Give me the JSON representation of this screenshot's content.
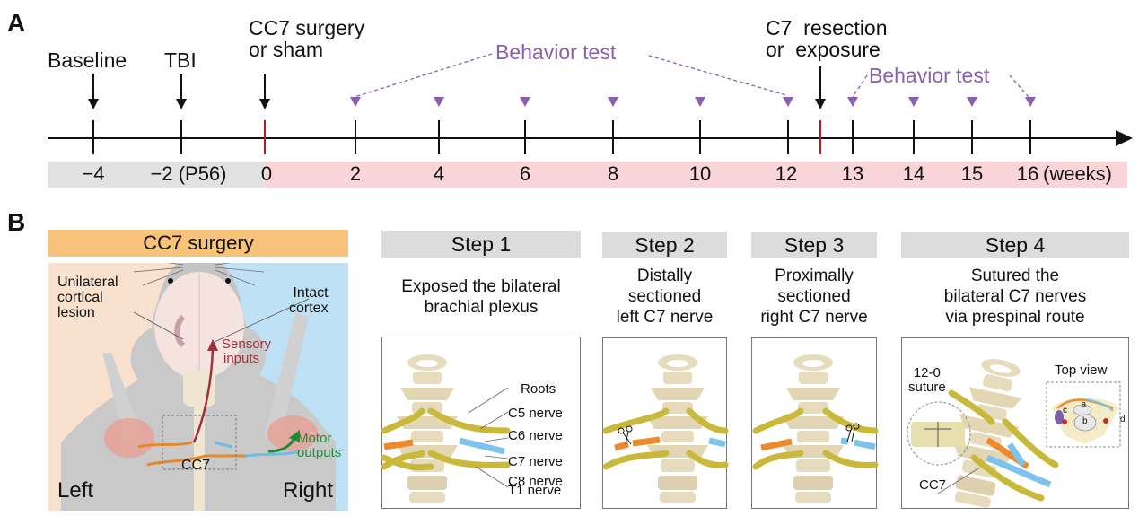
{
  "panels": {
    "a_letter": "A",
    "b_letter": "B"
  },
  "timeline": {
    "unit_label": "(weeks)",
    "events": [
      {
        "label": "Baseline",
        "week": -4
      },
      {
        "label": "TBI",
        "week": -2
      },
      {
        "label_line1": "CC7 surgery",
        "label_line2": "or sham",
        "week": 0
      },
      {
        "label_line1": "C7  resection",
        "label_line2": "or  exposure",
        "week": 12.5
      }
    ],
    "behavior_label_1": "Behavior test",
    "behavior_label_2": "Behavior test",
    "behavior_weeks_1": [
      2,
      4,
      6,
      8,
      10,
      12
    ],
    "behavior_weeks_2": [
      13,
      14,
      15,
      16
    ],
    "ticks": [
      {
        "label": "−4"
      },
      {
        "label": "−2 (P56)"
      },
      {
        "label": "0"
      },
      {
        "label": "2"
      },
      {
        "label": "4"
      },
      {
        "label": "6"
      },
      {
        "label": "8"
      },
      {
        "label": "10"
      },
      {
        "label": "12"
      },
      {
        "label": "13"
      },
      {
        "label": "14"
      },
      {
        "label": "15"
      },
      {
        "label": "16"
      }
    ],
    "colors": {
      "baseline_band": "#e0e0e0",
      "post_band": "#f9d5da",
      "surgery_tick": "#b01c1c",
      "behavior": "#8a5fb0"
    }
  },
  "cc7_panel": {
    "title": "CC7 surgery",
    "left_label": "Left",
    "right_label": "Right",
    "lesion_label": [
      "Unilateral",
      "cortical",
      "lesion"
    ],
    "intact_label": [
      "Intact",
      "cortex"
    ],
    "sensory_label": [
      "Sensory",
      "inputs"
    ],
    "motor_label": [
      "Motor",
      "outputs"
    ],
    "cc7_label": "CC7",
    "colors": {
      "title_bg": "#f7c27a",
      "left_bg": "#f8e1cf",
      "right_bg": "#bfe1f5",
      "sensory": "#a0303a",
      "motor": "#1f8a3a"
    }
  },
  "steps": [
    {
      "header": "Step 1",
      "desc": [
        "Exposed the bilateral",
        "brachial plexus"
      ],
      "labels": [
        "Roots",
        "C5 nerve",
        "C6 nerve",
        "C7 nerve",
        "C8 nerve",
        "T1 nerve"
      ]
    },
    {
      "header": "Step 2",
      "desc": [
        "Distally",
        "sectioned",
        "left C7 nerve"
      ]
    },
    {
      "header": "Step 3",
      "desc": [
        "Proximally",
        "sectioned",
        "right C7 nerve"
      ]
    },
    {
      "header": "Step 4",
      "desc": [
        "Sutured the",
        "bilateral C7 nerves",
        "via prespinal route"
      ],
      "suture_label": [
        "12-0",
        "suture"
      ],
      "cc7_label": "CC7",
      "top_view_label": "Top view",
      "top_view_letters": [
        "a",
        "b",
        "c",
        "d"
      ]
    }
  ]
}
